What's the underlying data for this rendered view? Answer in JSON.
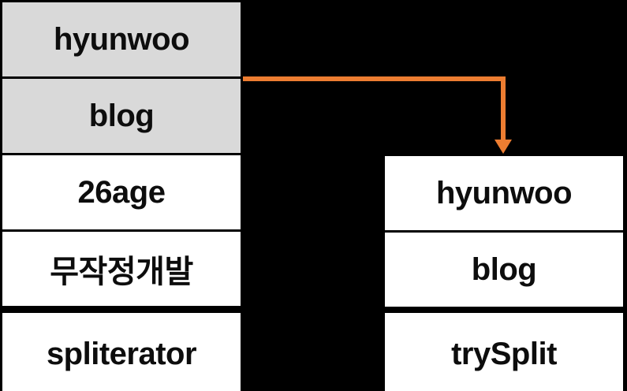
{
  "colors": {
    "background": "#000000",
    "cell_gray": "#d9d9d9",
    "cell_white": "#ffffff",
    "border": "#000000",
    "arrow": "#ed7d31",
    "text": "#0d0d0d"
  },
  "left_table": {
    "rows": [
      {
        "label": "hyunwoo",
        "fill": "gray"
      },
      {
        "label": "blog",
        "fill": "gray"
      },
      {
        "label": "26age",
        "fill": "white"
      },
      {
        "label": "무작정개발",
        "fill": "white"
      }
    ],
    "detached_row": {
      "label": "spliterator",
      "fill": "white"
    }
  },
  "right_table": {
    "rows": [
      {
        "label": "hyunwoo",
        "fill": "white"
      },
      {
        "label": "blog",
        "fill": "white"
      }
    ],
    "detached_row": {
      "label": "trySplit",
      "fill": "white"
    }
  },
  "arrow": {
    "type": "elbow-connector",
    "direction": "right-then-down",
    "from": "left-table-cell-hyunwoo",
    "to": "right-table-cell-hyunwoo",
    "color": "#ed7d31"
  }
}
